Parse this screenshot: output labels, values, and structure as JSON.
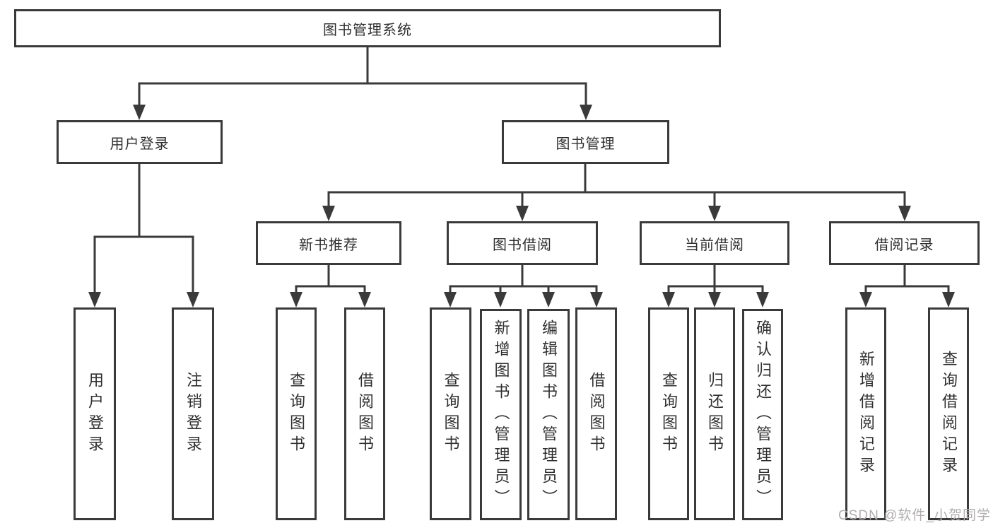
{
  "diagram": {
    "root": {
      "label": "图书管理系统"
    },
    "level2": [
      {
        "label": "用户登录"
      },
      {
        "label": "图书管理"
      }
    ],
    "level3": [
      {
        "label": "新书推荐"
      },
      {
        "label": "图书借阅"
      },
      {
        "label": "当前借阅"
      },
      {
        "label": "借阅记录"
      }
    ],
    "leaves": [
      {
        "label": "用户登录"
      },
      {
        "label": "注销登录"
      },
      {
        "label": "查询图书"
      },
      {
        "label": "借阅图书"
      },
      {
        "label": "查询图书"
      },
      {
        "label": "新增图书（管理员）"
      },
      {
        "label": "编辑图书（管理员）"
      },
      {
        "label": "借阅图书"
      },
      {
        "label": "查询图书"
      },
      {
        "label": "归还图书"
      },
      {
        "label": "确认归还（管理员）"
      },
      {
        "label": "新增借阅记录"
      },
      {
        "label": "查询借阅记录"
      }
    ]
  },
  "watermark": {
    "text": "CSDN @软件_小贺同学"
  },
  "colors": {
    "line": "#3a3a3a",
    "box_border": "#3a3a3a",
    "text": "#2f2f2f",
    "watermark": "#b2aeb0",
    "background": "#ffffff"
  }
}
